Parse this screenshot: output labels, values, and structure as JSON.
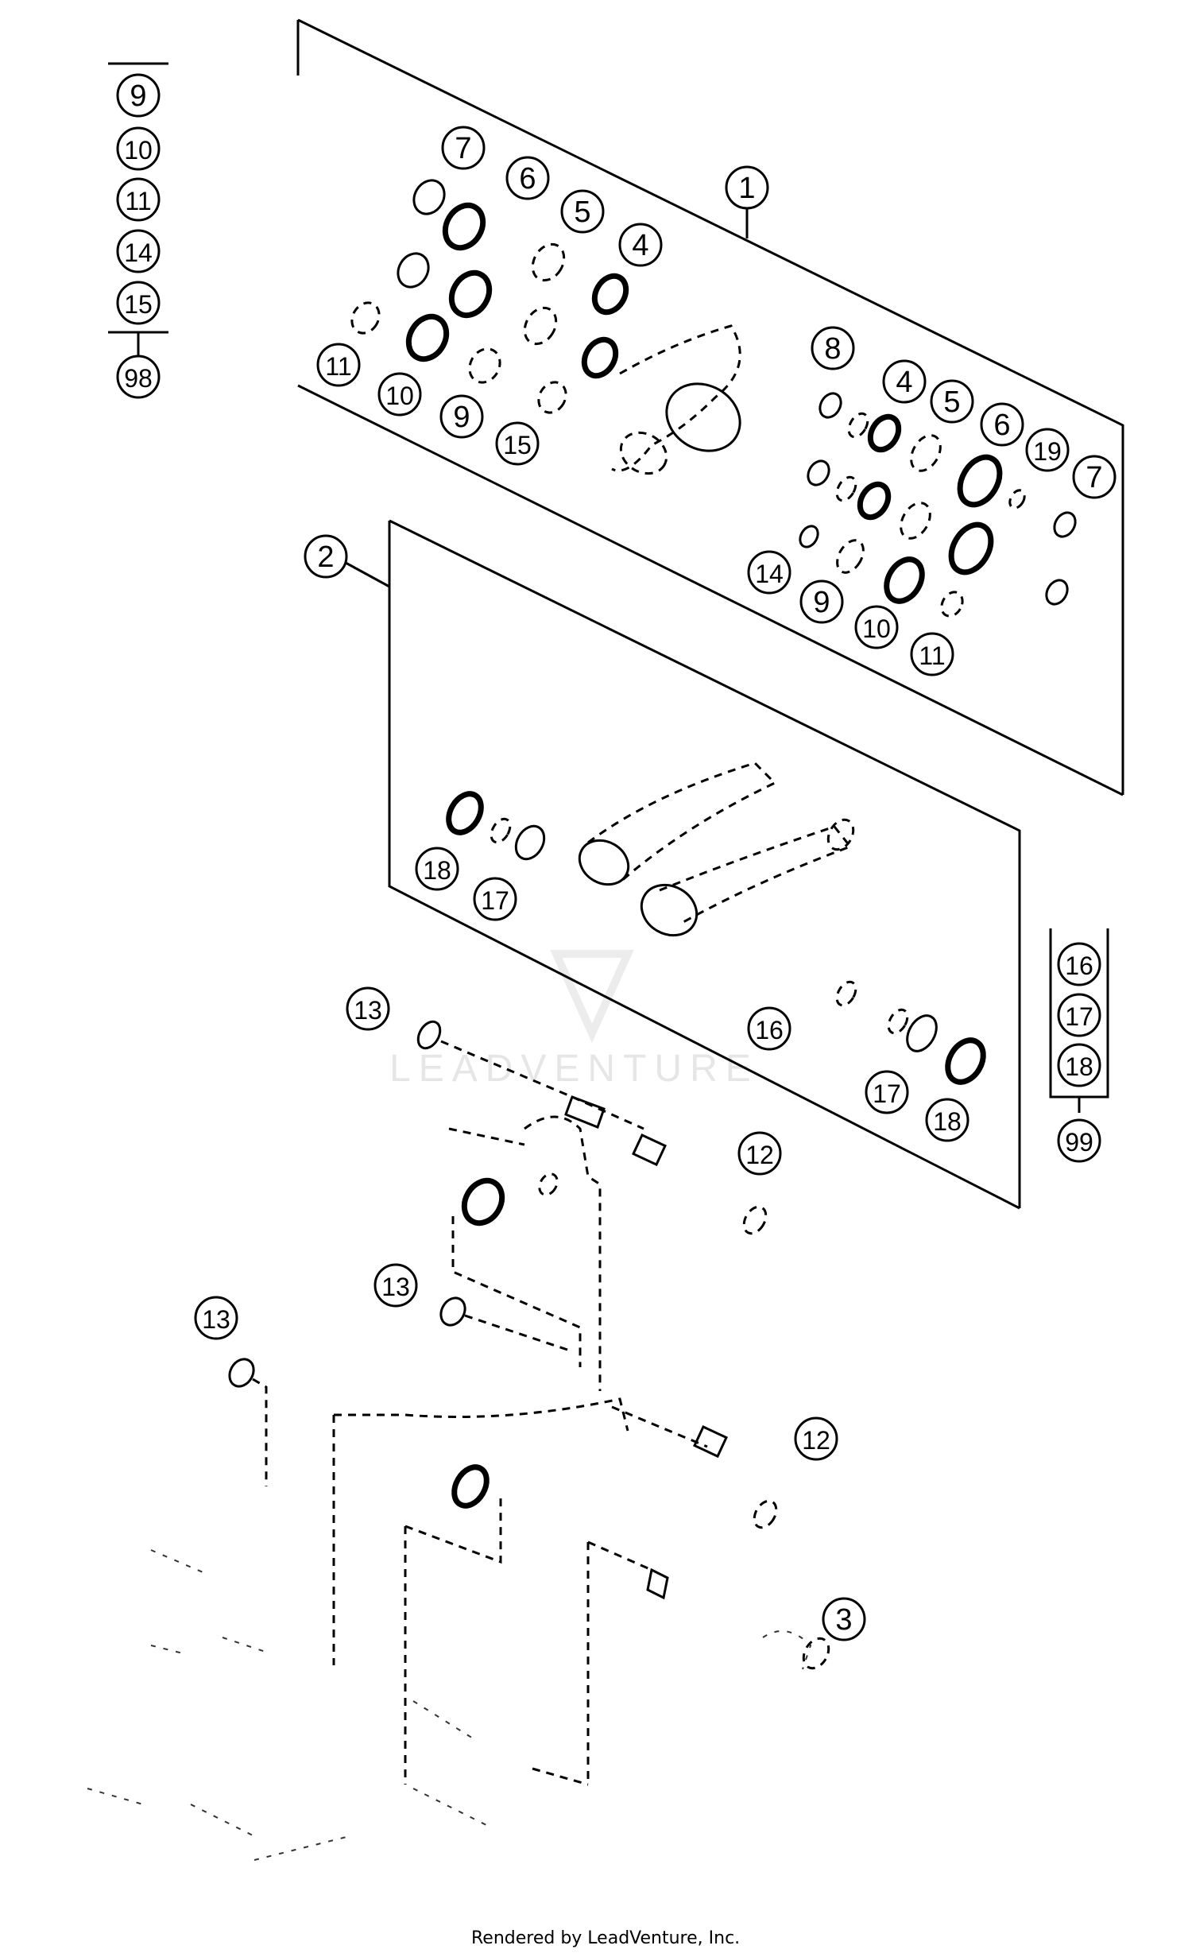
{
  "callouts": {
    "c1": "1",
    "c2": "2",
    "c3": "3",
    "c4a": "4",
    "c5a": "5",
    "c6a": "6",
    "c7a": "7",
    "c8": "8",
    "c4b": "4",
    "c5b": "5",
    "c6b": "6",
    "c7b": "7",
    "c19": "19",
    "c11a": "11",
    "c10a": "10",
    "c9a": "9",
    "c15a": "15",
    "c14b": "14",
    "c9b": "9",
    "c10b": "10",
    "c11b": "11",
    "c18a": "18",
    "c17a": "17",
    "c16a": "16",
    "c17b": "17",
    "c18b": "18",
    "c13a": "13",
    "c13b": "13",
    "c13c": "13",
    "c12a": "12",
    "c12b": "12"
  },
  "kit_98": {
    "members": [
      "9",
      "10",
      "11",
      "14",
      "15"
    ],
    "kit": "98"
  },
  "kit_99": {
    "members": [
      "16",
      "17",
      "18"
    ],
    "kit": "99"
  },
  "watermark": "LEADVENTURE",
  "footer": "Rendered by LeadVenture, Inc."
}
